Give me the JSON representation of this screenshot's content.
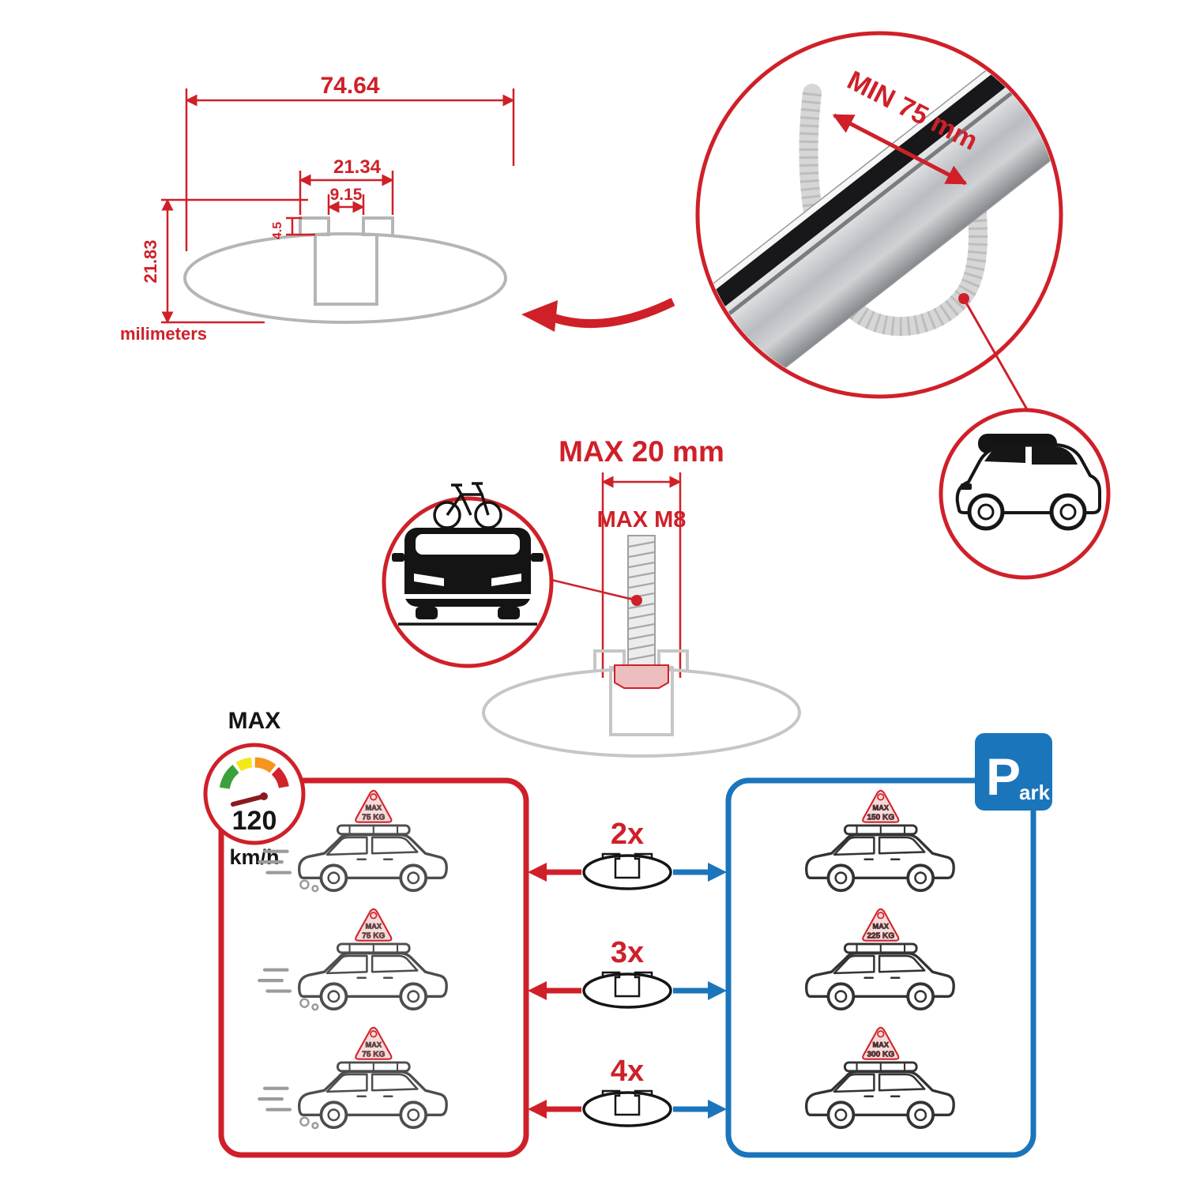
{
  "colors": {
    "red": "#cf2029",
    "blue": "#1b75bb",
    "gray": "#b5b5b5",
    "black": "#151515"
  },
  "cross_section": {
    "total_width": "74.64",
    "outer_slot_width": "21.34",
    "slot_opening": "9.15",
    "lip_depth": "4.5",
    "height": "21.83",
    "units_label": "milimeters"
  },
  "bar_photo": {
    "min_span_label": "MIN 75 mm"
  },
  "bolt_diagram": {
    "max_depth_label": "MAX 20 mm",
    "max_thread_label": "MAX M8"
  },
  "speed_limit": {
    "title": "MAX",
    "value": "120",
    "units": "km/h"
  },
  "parking_sign": {
    "letter": "P",
    "suffix": "ark"
  },
  "load_rows": [
    {
      "multiplier": "2x",
      "driving": {
        "badge_title": "MAX",
        "badge_value": "75 KG"
      },
      "parked": {
        "badge_title": "MAX",
        "badge_value": "150 KG"
      }
    },
    {
      "multiplier": "3x",
      "driving": {
        "badge_title": "MAX",
        "badge_value": "75 KG"
      },
      "parked": {
        "badge_title": "MAX",
        "badge_value": "225 KG"
      }
    },
    {
      "multiplier": "4x",
      "driving": {
        "badge_title": "MAX",
        "badge_value": "75 KG"
      },
      "parked": {
        "badge_title": "MAX",
        "badge_value": "300 KG"
      }
    }
  ]
}
